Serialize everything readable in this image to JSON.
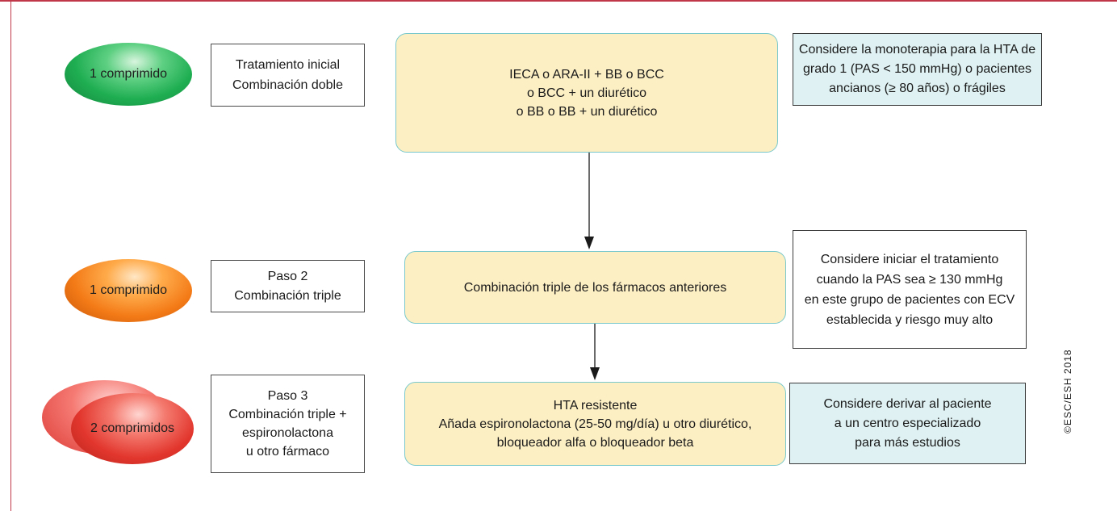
{
  "pills": {
    "step1": "1 comprimido",
    "step2": "1 comprimido",
    "step3": "2 comprimidos"
  },
  "steps": {
    "step1": [
      "Tratamiento inicial",
      "Combinación doble"
    ],
    "step2": [
      "Paso 2",
      "Combinación triple"
    ],
    "step3": [
      "Paso 3",
      "Combinación triple +",
      "espironolactona",
      "u otro fármaco"
    ]
  },
  "drugs": {
    "step1": [
      "IECA o ARA-II + BB o BCC",
      "o BCC + un diurético",
      "o BB o BB + un diurético"
    ],
    "step2": [
      "Combinación triple de los fármacos anteriores"
    ],
    "step3": [
      "HTA resistente",
      "Añada espironolactona (25-50 mg/día) u otro diurético,",
      "bloqueador alfa o bloqueador beta"
    ]
  },
  "notes": {
    "step1": [
      "Considere la monoterapia para la HTA de",
      "grado 1 (PAS < 150 mmHg) o pacientes",
      "ancianos (≥ 80 años) o frágiles"
    ],
    "step2": [
      "Considere iniciar el tratamiento",
      "cuando la PAS sea ≥ 130 mmHg",
      "en este grupo de pacientes con ECV",
      "establecida y riesgo muy alto"
    ],
    "step3": [
      "Considere derivar al paciente",
      "a un centro especializado",
      "para más estudios"
    ]
  },
  "copyright": "©ESC/ESH 2018",
  "colors": {
    "frame": "#c0374a",
    "drug_fill": "#fdefc4",
    "drug_border": "#79c9cc",
    "note_fill": "#dff1f2",
    "pill_green": "#1fae52",
    "pill_orange": "#f37a16",
    "pill_red": "#e2362d"
  }
}
